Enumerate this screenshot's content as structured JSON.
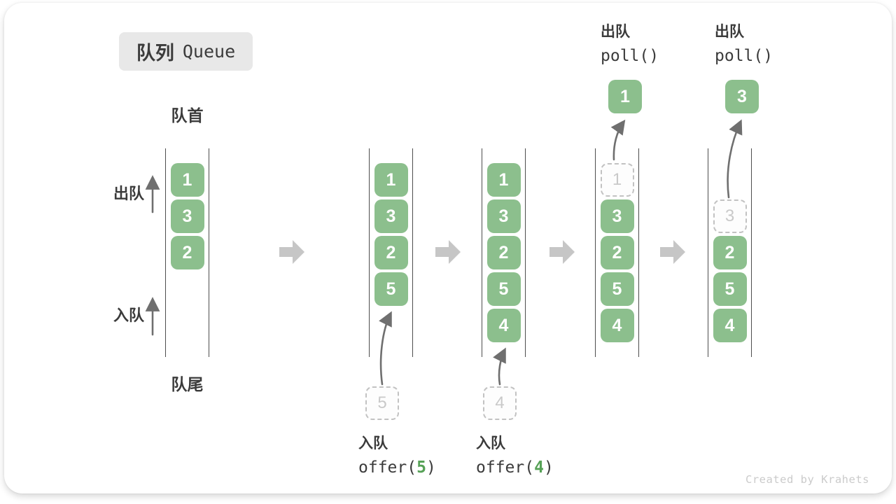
{
  "title": {
    "zh": "队列",
    "en": "Queue"
  },
  "labels": {
    "front": "队首",
    "rear": "队尾",
    "dequeue_side": "出队",
    "enqueue_side": "入队"
  },
  "states": [
    {
      "values": [
        "1",
        "3",
        "2"
      ]
    },
    {
      "values": [
        "1",
        "3",
        "2",
        "5"
      ]
    },
    {
      "values": [
        "1",
        "3",
        "2",
        "5",
        "4"
      ]
    },
    {
      "removed_slot": "1",
      "values": [
        "3",
        "2",
        "5",
        "4"
      ]
    },
    {
      "removed_slot": "3",
      "values": [
        "2",
        "5",
        "4"
      ]
    }
  ],
  "enqueue_ops": [
    {
      "label": "入队",
      "code_open": "offer(",
      "arg": "5",
      "code_close": ")",
      "pending": "5"
    },
    {
      "label": "入队",
      "code_open": "offer(",
      "arg": "4",
      "code_close": ")",
      "pending": "4"
    }
  ],
  "dequeue_ops": [
    {
      "label": "出队",
      "code": "poll()",
      "value": "1"
    },
    {
      "label": "出队",
      "code": "poll()",
      "value": "3"
    }
  ],
  "watermark": "Created by Krahets",
  "colors": {
    "green": "#8CBF8D",
    "green-accent": "#56A156",
    "text-dark": "#3B3B3B",
    "arrow-gray": "#C6C6C6",
    "thin-arrow": "#6F6F6F",
    "ghost-border": "#C2C2C2",
    "ghost-text": "#C9C9C9",
    "badge-bg": "#E8E8E8",
    "watermark": "#CBCBCB"
  }
}
